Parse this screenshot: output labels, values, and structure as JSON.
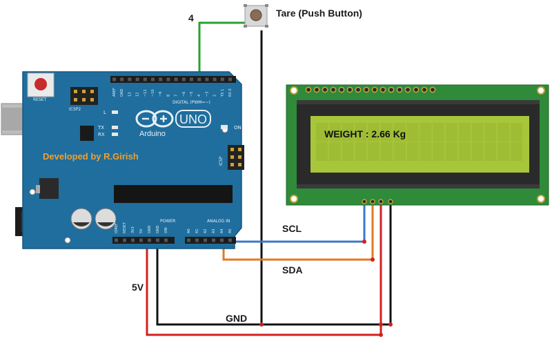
{
  "labels": {
    "pin4": "4",
    "tare": "Tare (Push Button)",
    "scl": "SCL",
    "sda": "SDA",
    "v5": "5V",
    "gnd": "GND"
  },
  "lcd": {
    "text": "WEIGHT : 2.66 Kg"
  },
  "arduino": {
    "developer": "Developed by R.Girish",
    "brand": "Arduino",
    "model": "UNO",
    "reset": "RESET",
    "icsp2": "ICSP2",
    "icsp": "ICSP",
    "on": "ON",
    "l": "L",
    "tx": "TX",
    "rx": "RX",
    "digital": "DIGITAL (PWM=~)",
    "power": "POWER",
    "analog": "ANALOG IN",
    "digital_pins": [
      "AREF",
      "GND",
      "13",
      "12",
      "~11",
      "~10",
      "~9",
      "8",
      "7",
      "~6",
      "~5",
      "4",
      "~3",
      "2",
      "TX 1",
      "RX 0"
    ],
    "power_pins": [
      "IOREF",
      "RESET",
      "3V3",
      "5V",
      "GND",
      "GND",
      "VIN"
    ],
    "analog_pins": [
      "A0",
      "A1",
      "A2",
      "A3",
      "A4",
      "A5"
    ]
  },
  "colors": {
    "board": "#1f6e9e",
    "lcd_pcb": "#2f8a3a",
    "lcd_screen": "#a7c63a",
    "wire_5v": "#d41e1e",
    "wire_gnd": "#111111",
    "wire_scl": "#3a78c9",
    "wire_sda": "#e07a22",
    "wire_pin4": "#2aa12a",
    "accent_text": "#f0a030"
  }
}
